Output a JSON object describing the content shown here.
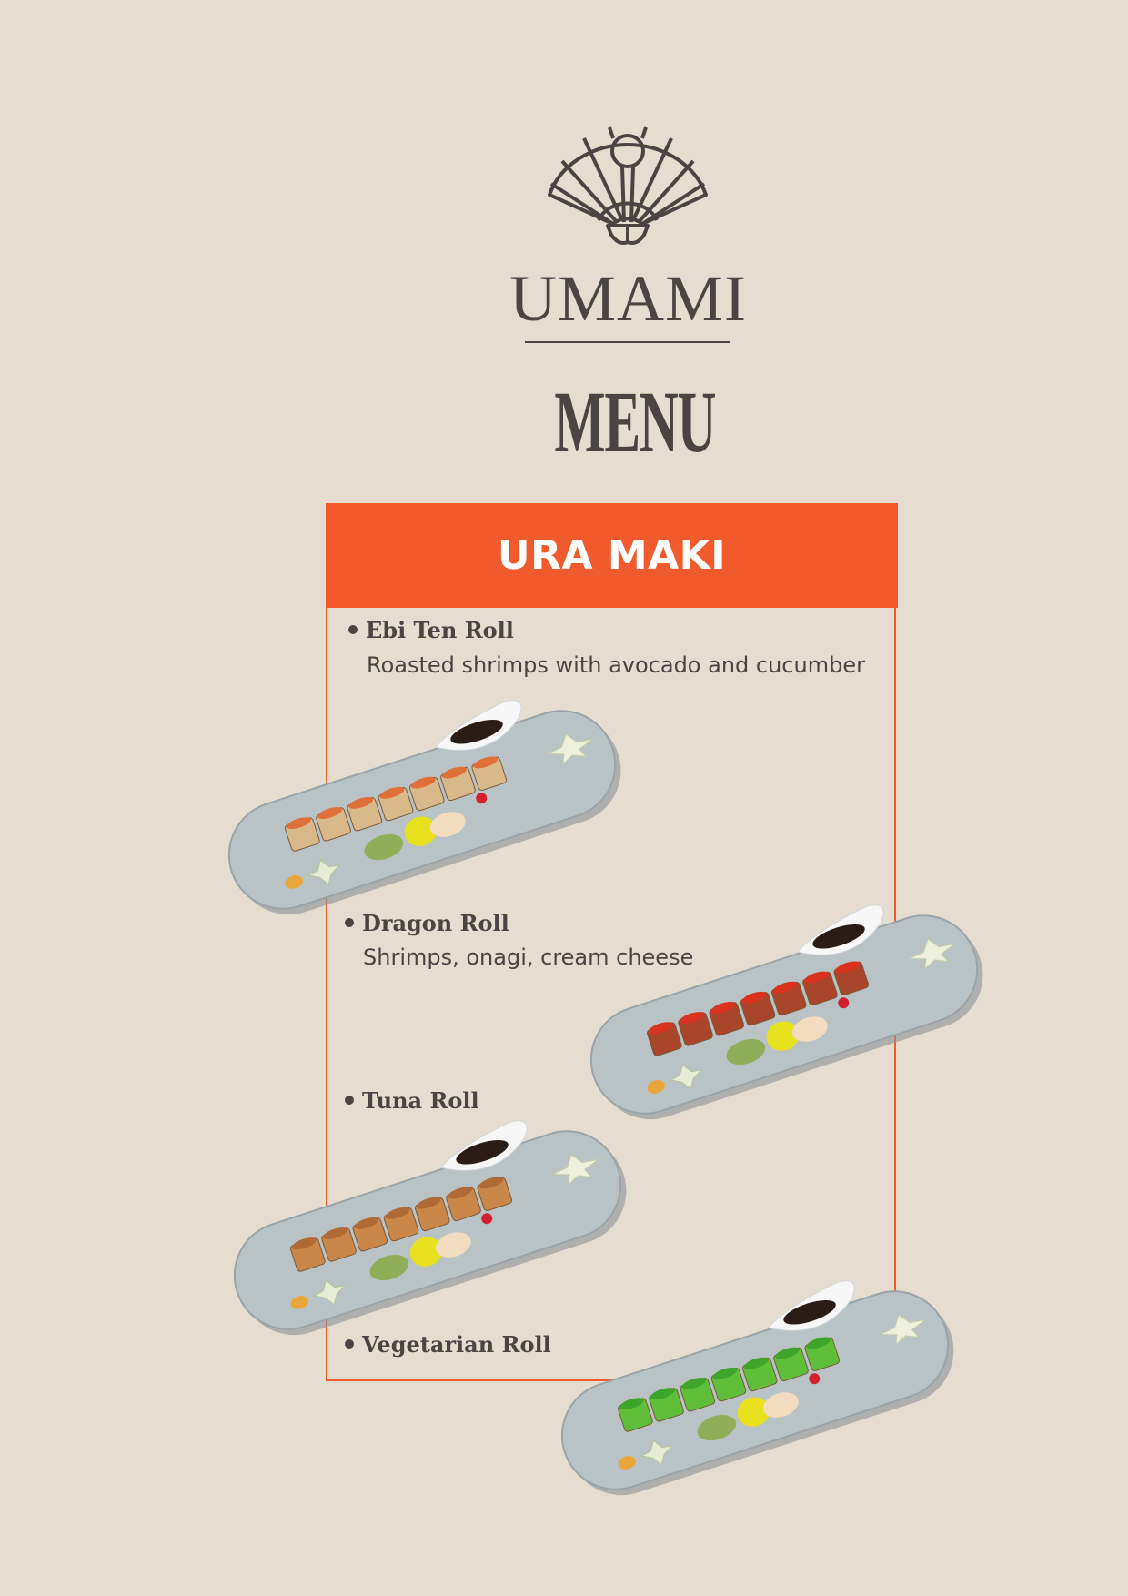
{
  "brand": {
    "name": "UMAMI",
    "logo": "folding-fan-icon"
  },
  "title": "MENU",
  "section": {
    "title": "URA MAKI"
  },
  "colors": {
    "background": "#e6ddd1",
    "accent": "#f05a2d",
    "text": "#4a4543",
    "plate": "#b9c3c6"
  },
  "items": [
    {
      "name": "Ebi Ten Roll",
      "description": "Roasted shrimps with avocado and cucumber",
      "sushi_color": "#d9b98a",
      "topping_color": "#e0703a"
    },
    {
      "name": "Dragon Roll",
      "description": "Shrimps, onagi, cream cheese",
      "sushi_color": "#a8452a",
      "topping_color": "#d9331f"
    },
    {
      "name": "Tuna Roll",
      "description": "",
      "sushi_color": "#c9884a",
      "topping_color": "#b06a35"
    },
    {
      "name": "Vegetarian Roll",
      "description": "",
      "sushi_color": "#5fbf3a",
      "topping_color": "#3fa52a"
    }
  ]
}
